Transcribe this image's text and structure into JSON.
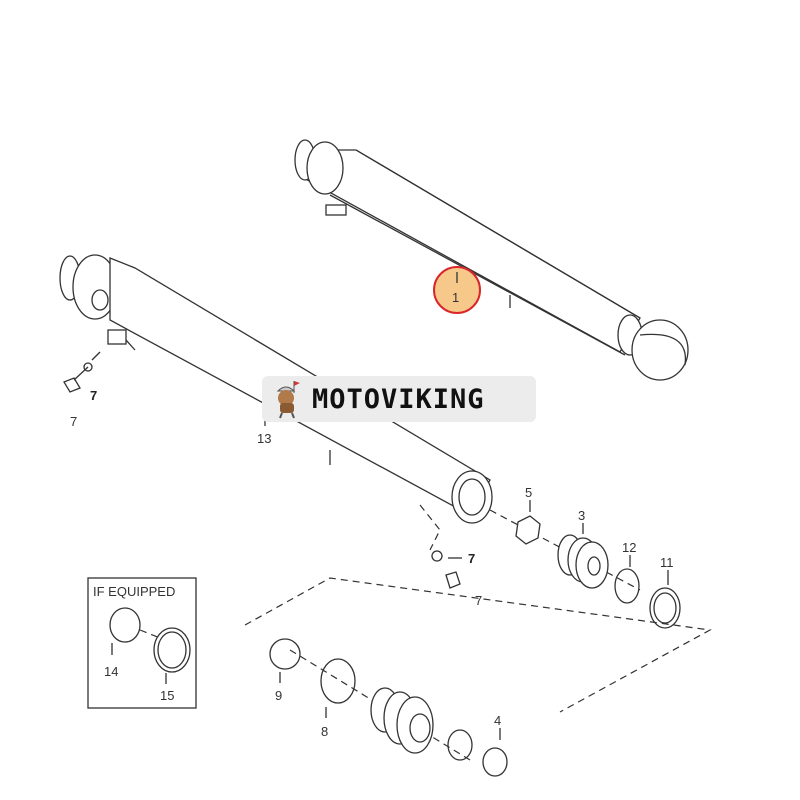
{
  "brand": {
    "name": "MOTOVIKING"
  },
  "diagram": {
    "callouts": {
      "c1": "1",
      "c7a": "7",
      "c7b": "7",
      "c13": "13",
      "c5": "5",
      "c3": "3",
      "c12": "12",
      "c11": "11",
      "c7c": "7",
      "c7d": "7",
      "c14": "14",
      "c15": "15",
      "c9": "9",
      "c8": "8",
      "c4": "4"
    },
    "if_equipped_label": "IF EQUIPPED",
    "highlight_color": "#f6c98a",
    "highlight_ring_color": "#d9262a"
  }
}
